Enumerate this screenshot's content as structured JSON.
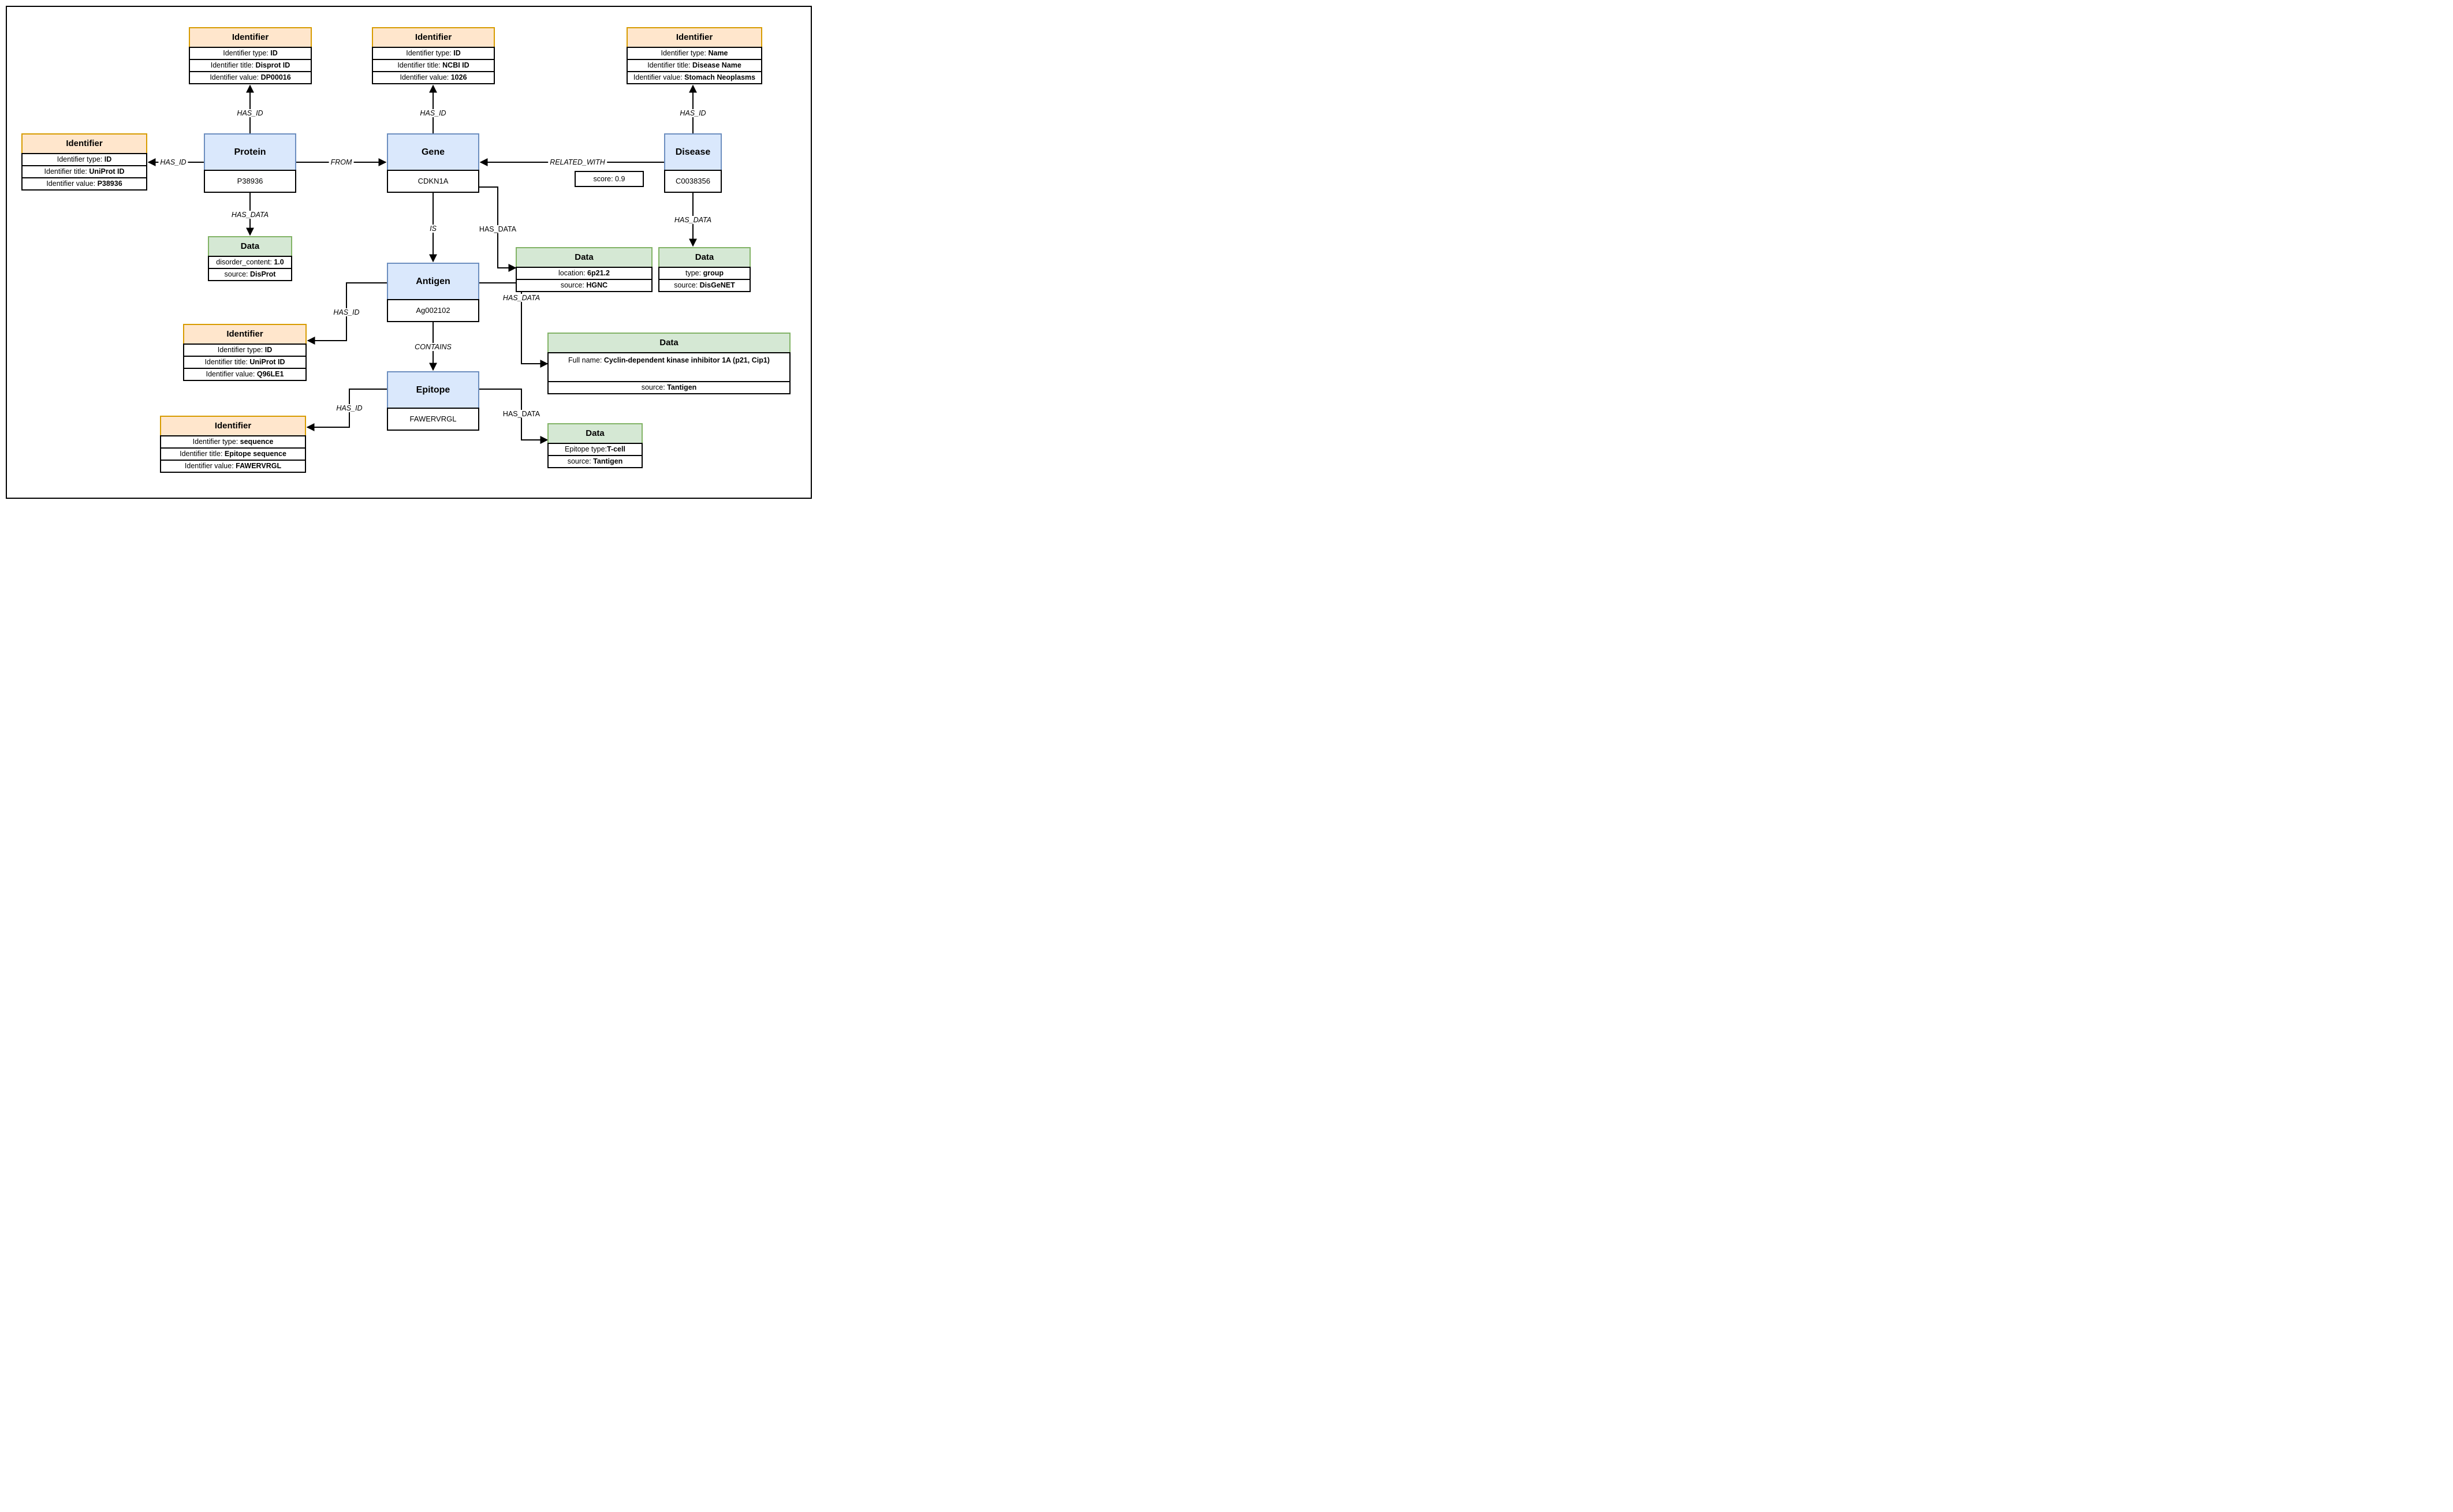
{
  "labels": {
    "has_id": "HAS_ID",
    "has_data": "HAS_DATA",
    "from": "FROM",
    "related_with": "RELATED_WITH",
    "is": "IS",
    "contains": "CONTAINS",
    "score": "score: 0.9"
  },
  "nodes": {
    "id_disprot": {
      "title": "Identifier",
      "rows": [
        [
          "Identifier type: ",
          "ID"
        ],
        [
          "Identifier title: ",
          "Disprot ID"
        ],
        [
          "Identifier value: ",
          "DP00016"
        ]
      ]
    },
    "id_ncbi": {
      "title": "Identifier",
      "rows": [
        [
          "Identifier type: ",
          "ID"
        ],
        [
          "Identifier title: ",
          "NCBI ID"
        ],
        [
          "Identifier value: ",
          "1026"
        ]
      ]
    },
    "id_disease": {
      "title": "Identifier",
      "rows": [
        [
          "Identifier type: ",
          "Name"
        ],
        [
          "Identifier title: ",
          "Disease Name"
        ],
        [
          "Identifier value: ",
          "Stomach Neoplasms"
        ]
      ]
    },
    "id_uniprot": {
      "title": "Identifier",
      "rows": [
        [
          "Identifier type: ",
          "ID"
        ],
        [
          "Identifier title: ",
          "UniProt ID"
        ],
        [
          "Identifier value: ",
          "P38936"
        ]
      ]
    },
    "id_q96le1": {
      "title": "Identifier",
      "rows": [
        [
          "Identifier type: ",
          "ID"
        ],
        [
          "Identifier title: ",
          "UniProt ID"
        ],
        [
          "Identifier value: ",
          "Q96LE1"
        ]
      ]
    },
    "id_sequence": {
      "title": "Identifier",
      "rows": [
        [
          "Identifier type: ",
          "sequence"
        ],
        [
          "Identifier title: ",
          "Epitope sequence"
        ],
        [
          "Identifier value: ",
          "FAWERVRGL"
        ]
      ]
    },
    "protein": {
      "title": "Protein",
      "value": "P38936"
    },
    "gene": {
      "title": "Gene",
      "value": "CDKN1A"
    },
    "disease": {
      "title": "Disease",
      "value": "C0038356"
    },
    "antigen": {
      "title": "Antigen",
      "value": "Ag002102"
    },
    "epitope": {
      "title": "Epitope",
      "value": "FAWERVRGL"
    },
    "data_disorder": {
      "title": "Data",
      "rows": [
        [
          "disorder_content: ",
          "1.0"
        ],
        [
          "source: ",
          "DisProt"
        ]
      ]
    },
    "data_location": {
      "title": "Data",
      "rows": [
        [
          "location: ",
          "6p21.2"
        ],
        [
          "source: ",
          "HGNC"
        ]
      ]
    },
    "data_disgenet": {
      "title": "Data",
      "rows": [
        [
          "type: ",
          "group"
        ],
        [
          "source: ",
          "DisGeNET"
        ]
      ]
    },
    "data_fullname": {
      "title": "Data",
      "rows": [
        [
          "Full name: ",
          "Cyclin-dependent kinase inhibitor 1A (p21, Cip1)"
        ],
        [
          "source: ",
          "Tantigen"
        ]
      ]
    },
    "data_tcell": {
      "title": "Data",
      "rows": [
        [
          "Epitope type:",
          "T-cell"
        ],
        [
          "source: ",
          "Tantigen"
        ]
      ]
    }
  }
}
